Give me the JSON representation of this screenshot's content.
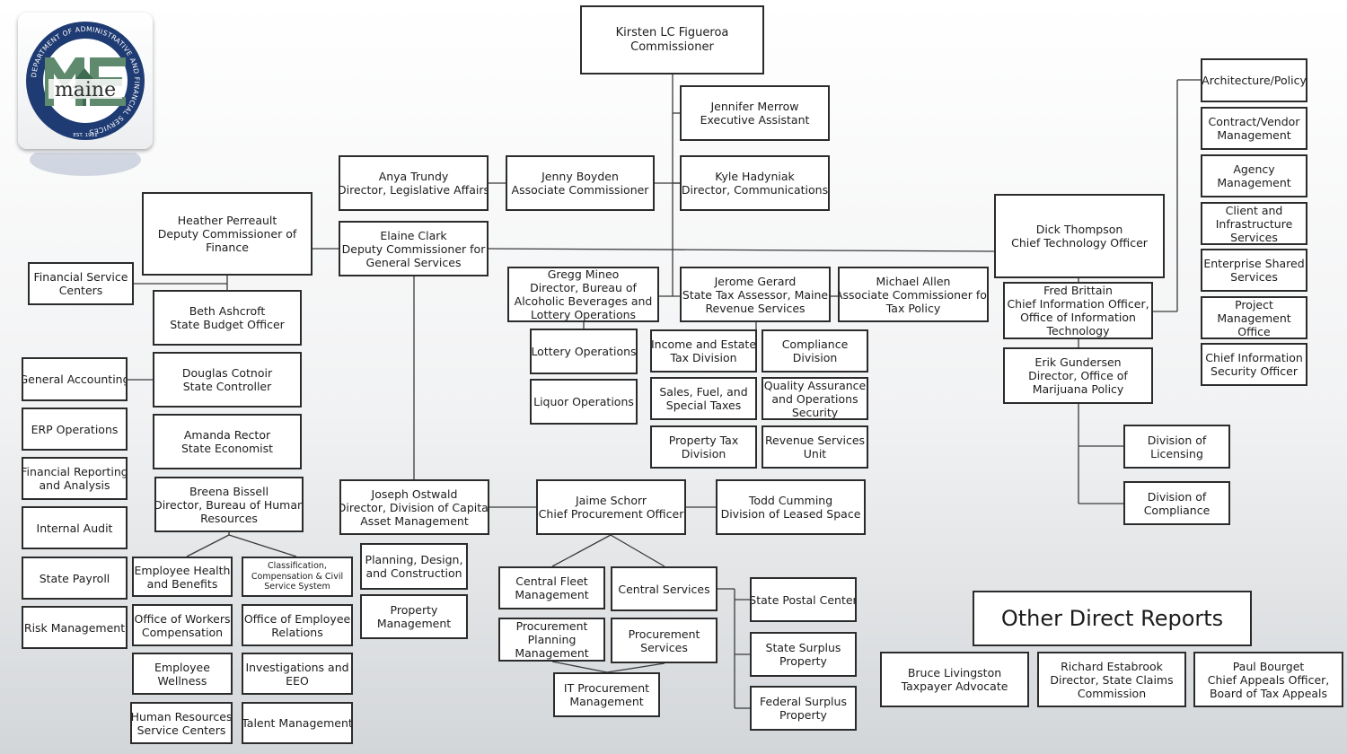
{
  "logo": {
    "seal_text": "DEPARTMENT OF ADMINISTRATIVE AND FINANCIAL SERVICES",
    "est_text": "EST. 1931",
    "state_text": "maine",
    "seal_color": "#1f3b73",
    "logo_green": "#5f8a6e"
  },
  "colors": {
    "box_border": "#2b2b2b",
    "line": "#3a3a3a"
  },
  "boxes": [
    {
      "id": "commissioner",
      "lines": [
        "Kirsten LC Figueroa",
        "Commissioner"
      ]
    },
    {
      "id": "exec-assistant",
      "lines": [
        "Jennifer Merrow",
        "Executive Assistant"
      ]
    },
    {
      "id": "communications",
      "lines": [
        "Kyle Hadyniak",
        "Director, Communications"
      ]
    },
    {
      "id": "associate-commissioner",
      "lines": [
        "Jenny Boyden",
        "Associate Commissioner"
      ]
    },
    {
      "id": "legislative-affairs",
      "lines": [
        "Anya Trundy",
        "Director, Legislative Affairs"
      ]
    },
    {
      "id": "deputy-finance",
      "lines": [
        "Heather Perreault",
        "Deputy Commissioner of",
        "Finance"
      ]
    },
    {
      "id": "deputy-general-services",
      "lines": [
        "Elaine Clark",
        "Deputy Commissioner for",
        "General Services"
      ]
    },
    {
      "id": "financial-service-centers",
      "lines": [
        "Financial Service",
        "Centers"
      ]
    },
    {
      "id": "state-budget-officer",
      "lines": [
        "Beth Ashcroft",
        "State Budget Officer"
      ]
    },
    {
      "id": "state-controller",
      "lines": [
        "Douglas Cotnoir",
        "State Controller"
      ]
    },
    {
      "id": "state-economist",
      "lines": [
        "Amanda Rector",
        "State Economist"
      ]
    },
    {
      "id": "bureau-human-resources",
      "lines": [
        "Breena Bissell",
        "Director, Bureau of Human",
        "Resources"
      ]
    },
    {
      "id": "general-accounting",
      "lines": [
        "General Accounting"
      ]
    },
    {
      "id": "erp-operations",
      "lines": [
        "ERP Operations"
      ]
    },
    {
      "id": "financial-reporting",
      "lines": [
        "Financial Reporting",
        "and Analysis"
      ]
    },
    {
      "id": "internal-audit",
      "lines": [
        "Internal Audit"
      ]
    },
    {
      "id": "state-payroll",
      "lines": [
        "State Payroll"
      ]
    },
    {
      "id": "risk-management",
      "lines": [
        "Risk  Management"
      ]
    },
    {
      "id": "employee-health",
      "lines": [
        "Employee Health",
        "and Benefits"
      ]
    },
    {
      "id": "classification-comp",
      "lines": [
        "Classification,",
        "Compensation & Civil",
        "Service System"
      ]
    },
    {
      "id": "workers-comp",
      "lines": [
        "Office of Workers",
        "Compensation"
      ]
    },
    {
      "id": "employee-relations",
      "lines": [
        "Office of Employee",
        "Relations"
      ]
    },
    {
      "id": "employee-wellness",
      "lines": [
        "Employee",
        "Wellness"
      ]
    },
    {
      "id": "investigations-eeo",
      "lines": [
        "Investigations and",
        "EEO"
      ]
    },
    {
      "id": "hr-service-centers",
      "lines": [
        "Human Resources",
        "Service Centers"
      ]
    },
    {
      "id": "talent-management",
      "lines": [
        "Talent Management"
      ]
    },
    {
      "id": "capital-asset",
      "lines": [
        "Joseph Ostwald",
        "Director, Division of Capital",
        "Asset Management"
      ]
    },
    {
      "id": "planning-design",
      "lines": [
        "Planning, Design,",
        "and Construction"
      ]
    },
    {
      "id": "property-management",
      "lines": [
        "Property",
        "Management"
      ]
    },
    {
      "id": "chief-procurement",
      "lines": [
        "Jaime Schorr",
        "Chief Procurement Officer"
      ]
    },
    {
      "id": "leased-space",
      "lines": [
        "Todd Cumming",
        "Division of Leased Space"
      ]
    },
    {
      "id": "central-fleet",
      "lines": [
        "Central Fleet",
        "Management"
      ]
    },
    {
      "id": "central-services",
      "lines": [
        "Central Services"
      ]
    },
    {
      "id": "procurement-planning",
      "lines": [
        "Procurement",
        "Planning",
        "Management"
      ]
    },
    {
      "id": "procurement-services",
      "lines": [
        "Procurement",
        "Services"
      ]
    },
    {
      "id": "it-procurement",
      "lines": [
        "IT Procurement",
        "Management"
      ]
    },
    {
      "id": "state-postal",
      "lines": [
        "State Postal Center"
      ]
    },
    {
      "id": "state-surplus",
      "lines": [
        "State Surplus",
        "Property"
      ]
    },
    {
      "id": "federal-surplus",
      "lines": [
        "Federal Surplus",
        "Property"
      ]
    },
    {
      "id": "alcoholic-beverages",
      "lines": [
        "Gregg Mineo",
        "Director, Bureau of",
        "Alcoholic Beverages and",
        "Lottery Operations"
      ]
    },
    {
      "id": "lottery-operations",
      "lines": [
        "Lottery Operations"
      ]
    },
    {
      "id": "liquor-operations",
      "lines": [
        "Liquor Operations"
      ]
    },
    {
      "id": "state-tax-assessor",
      "lines": [
        "Jerome Gerard",
        "State Tax Assessor, Maine",
        "Revenue Services"
      ]
    },
    {
      "id": "tax-policy",
      "lines": [
        "Michael Allen",
        "Associate Commissioner for",
        "Tax Policy"
      ]
    },
    {
      "id": "income-estate-tax",
      "lines": [
        "Income and Estate",
        "Tax Division"
      ]
    },
    {
      "id": "compliance-division",
      "lines": [
        "Compliance",
        "Division"
      ]
    },
    {
      "id": "sales-fuel-tax",
      "lines": [
        "Sales, Fuel, and",
        "Special Taxes"
      ]
    },
    {
      "id": "quality-assurance",
      "lines": [
        "Quality Assurance",
        "and Operations",
        "Security"
      ]
    },
    {
      "id": "property-tax",
      "lines": [
        "Property Tax",
        "Division"
      ]
    },
    {
      "id": "revenue-services-unit",
      "lines": [
        "Revenue Services",
        "Unit"
      ]
    },
    {
      "id": "chief-technology-officer",
      "lines": [
        "Dick Thompson",
        "Chief Technology Officer"
      ]
    },
    {
      "id": "chief-information-officer",
      "lines": [
        "Fred Brittain",
        "Chief Information Officer,",
        "Office of Information",
        "Technology"
      ]
    },
    {
      "id": "marijuana-policy",
      "lines": [
        "Erik Gundersen",
        "Director, Office of",
        "Marijuana Policy"
      ]
    },
    {
      "id": "division-licensing",
      "lines": [
        "Division of",
        "Licensing"
      ]
    },
    {
      "id": "division-compliance",
      "lines": [
        "Division of",
        "Compliance"
      ]
    },
    {
      "id": "architecture-policy",
      "lines": [
        "Architecture/Policy"
      ]
    },
    {
      "id": "contract-vendor",
      "lines": [
        "Contract/Vendor",
        "Management"
      ]
    },
    {
      "id": "agency-management",
      "lines": [
        "Agency",
        "Management"
      ]
    },
    {
      "id": "client-infrastructure",
      "lines": [
        "Client and",
        "Infrastructure",
        "Services"
      ]
    },
    {
      "id": "enterprise-shared",
      "lines": [
        "Enterprise Shared",
        "Services"
      ]
    },
    {
      "id": "project-management-office",
      "lines": [
        "Project",
        "Management",
        "Office"
      ]
    },
    {
      "id": "chief-info-security",
      "lines": [
        "Chief Information",
        "Security Officer"
      ]
    },
    {
      "id": "other-direct-reports",
      "lines": [
        "Other Direct Reports"
      ]
    },
    {
      "id": "taxpayer-advocate",
      "lines": [
        "Bruce Livingston",
        "Taxpayer Advocate"
      ]
    },
    {
      "id": "state-claims",
      "lines": [
        "Richard Estabrook",
        "Director, State Claims",
        "Commission"
      ]
    },
    {
      "id": "board-tax-appeals",
      "lines": [
        "Paul Bourget",
        "Chief Appeals Officer,",
        "Board of Tax Appeals"
      ]
    }
  ]
}
